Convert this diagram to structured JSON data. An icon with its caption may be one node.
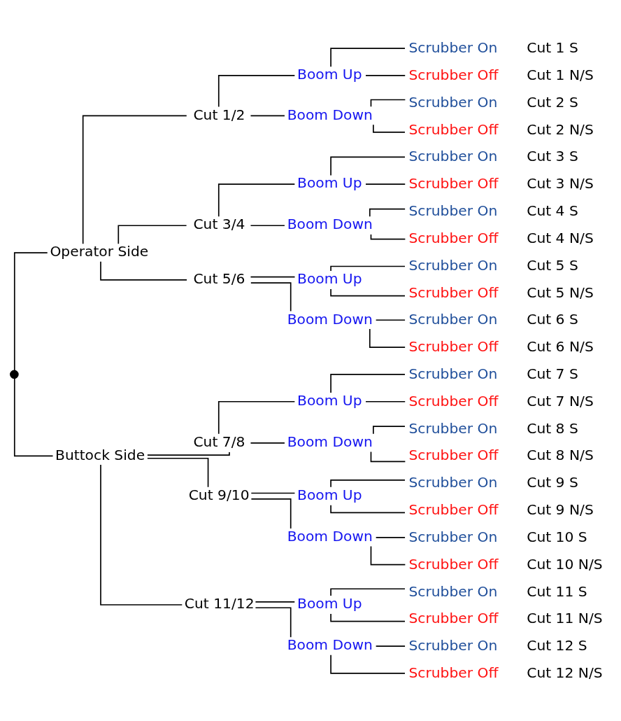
{
  "diagram": {
    "nodes": [
      {
        "text": [],
        "shape": "circle"
      },
      {
        "text": [
          "Operator Side"
        ]
      },
      {
        "text": [
          "Cut 1/2"
        ]
      },
      {
        "text": [
          "Boom Up"
        ]
      },
      {
        "text": [
          "Scrubber On"
        ],
        "beside": [
          "Cut 1 S"
        ]
      },
      {
        "text": [
          "Scrubber Off"
        ],
        "beside": [
          "Cut 1 N/S"
        ]
      },
      {
        "text": [
          "Boom Down"
        ]
      },
      {
        "text": [
          "Scrubber On"
        ],
        "beside": [
          "Cut 2 S"
        ]
      },
      {
        "text": [
          "Scrubber Off"
        ],
        "beside": [
          "Cut 2 N/S"
        ]
      },
      {
        "text": [
          "Cut 3/4"
        ]
      },
      {
        "text": [
          "Boom Up"
        ]
      },
      {
        "text": [
          "Scrubber On"
        ],
        "beside": [
          "Cut 3 S"
        ]
      },
      {
        "text": [
          "Scrubber Off"
        ],
        "beside": [
          "Cut 3 N/S"
        ]
      },
      {
        "text": [
          "Boom Down"
        ]
      },
      {
        "text": [
          "Scrubber On"
        ],
        "beside": [
          "Cut 4 S"
        ]
      },
      {
        "text": [
          "Scrubber Off"
        ],
        "beside": [
          "Cut 4 N/S"
        ]
      },
      {
        "text": [
          "Cut 5/6"
        ]
      },
      {
        "text": [
          "Boom Up"
        ]
      },
      {
        "text": [
          "Scrubber On"
        ],
        "beside": [
          "Cut 5 S"
        ]
      },
      {
        "text": [
          "Scrubber Off"
        ],
        "beside": [
          "Cut 5 N/S"
        ]
      },
      {
        "text": [
          "Boom Down"
        ]
      },
      {
        "text": [
          "Scrubber On"
        ],
        "beside": [
          "Cut 6 S"
        ]
      },
      {
        "text": [
          "Scrubber Off"
        ],
        "beside": [
          "Cut 6 N/S"
        ]
      },
      {
        "text": [
          "Buttock Side"
        ]
      },
      {
        "text": [
          "Cut 7/8"
        ]
      },
      {
        "text": [
          "Boom Up"
        ]
      },
      {
        "text": [
          "Scrubber On"
        ],
        "beside": [
          "Cut 7 S"
        ]
      },
      {
        "text": [
          "Scrubber Off"
        ],
        "beside": [
          "Cut 7 N/S"
        ]
      },
      {
        "text": [
          "Boom Down"
        ]
      },
      {
        "text": [
          "Scrubber On"
        ],
        "beside": [
          "Cut 8 S"
        ]
      },
      {
        "text": [
          "Scrubber Off"
        ],
        "beside": [
          "Cut 8 N/S"
        ]
      },
      {
        "text": [
          "Cut 9/10"
        ]
      },
      {
        "text": [
          "Boom Up"
        ]
      },
      {
        "text": [
          "Scrubber On"
        ],
        "beside": [
          "Cut 9 S"
        ]
      },
      {
        "text": [
          "Scrubber Off"
        ],
        "beside": [
          "Cut 9 N/S"
        ]
      },
      {
        "text": [
          "Boom Down"
        ]
      },
      {
        "text": [
          "Scrubber On"
        ],
        "beside": [
          "Cut 10 S"
        ]
      },
      {
        "text": [
          "Scrubber Off"
        ],
        "beside": [
          "Cut 10 N/S"
        ]
      },
      {
        "text": [
          "Cut 11/12"
        ]
      },
      {
        "text": [
          "Boom Up"
        ]
      },
      {
        "text": [
          "Scrubber On"
        ],
        "beside": [
          "Cut 11 S"
        ]
      },
      {
        "text": [
          "Scrubber Off"
        ],
        "beside": [
          "Cut 11 N/S"
        ]
      },
      {
        "text": [
          "Boom Down"
        ]
      },
      {
        "text": [
          "Scrubber On"
        ],
        "beside": [
          "Cut 12 S"
        ]
      },
      {
        "text": [
          "Scrubber Off"
        ],
        "beside": [
          "Cut 12 N/S"
        ]
      }
    ],
    "edges": [
      {
        "from": 0,
        "to": 1,
        "arrow": "none"
      },
      {
        "from": 0,
        "to": 23,
        "arrow": "none"
      },
      {
        "from": 1,
        "to": 2,
        "arrow": "none"
      },
      {
        "from": 1,
        "to": 9,
        "arrow": "none"
      },
      {
        "from": 1,
        "to": 16,
        "arrow": "none"
      },
      {
        "from": 2,
        "to": 3,
        "arrow": "none"
      },
      {
        "from": 3,
        "to": 4,
        "arrow": "none"
      },
      {
        "from": 3,
        "to": 5,
        "arrow": "none"
      },
      {
        "from": 2,
        "to": 6,
        "arrow": "none"
      },
      {
        "from": 6,
        "to": 7,
        "arrow": "none"
      },
      {
        "from": 6,
        "to": 8,
        "arrow": "none"
      },
      {
        "from": 9,
        "to": 10,
        "arrow": "none"
      },
      {
        "from": 10,
        "to": 11,
        "arrow": "none"
      },
      {
        "from": 10,
        "to": 12,
        "arrow": "none"
      },
      {
        "from": 9,
        "to": 13,
        "arrow": "none"
      },
      {
        "from": 13,
        "to": 14,
        "arrow": "none"
      },
      {
        "from": 13,
        "to": 15,
        "arrow": "none"
      },
      {
        "from": 16,
        "to": 17,
        "arrow": "none"
      },
      {
        "from": 17,
        "to": 18,
        "arrow": "none"
      },
      {
        "from": 17,
        "to": 19,
        "arrow": "none"
      },
      {
        "from": 16,
        "to": 20,
        "arrow": "none"
      },
      {
        "from": 20,
        "to": 21,
        "arrow": "none"
      },
      {
        "from": 20,
        "to": 22,
        "arrow": "none"
      },
      {
        "from": 23,
        "to": 24,
        "arrow": "none"
      },
      {
        "from": 23,
        "to": 31,
        "arrow": "none"
      },
      {
        "from": 23,
        "to": 38,
        "arrow": "none"
      },
      {
        "from": 24,
        "to": 25,
        "arrow": "none"
      },
      {
        "from": 25,
        "to": 26,
        "arrow": "none"
      },
      {
        "from": 25,
        "to": 27,
        "arrow": "none"
      },
      {
        "from": 24,
        "to": 28,
        "arrow": "none"
      },
      {
        "from": 28,
        "to": 29,
        "arrow": "none"
      },
      {
        "from": 28,
        "to": 30,
        "arrow": "none"
      },
      {
        "from": 31,
        "to": 32,
        "arrow": "none"
      },
      {
        "from": 32,
        "to": 33,
        "arrow": "none"
      },
      {
        "from": 32,
        "to": 34,
        "arrow": "none"
      },
      {
        "from": 31,
        "to": 35,
        "arrow": "none"
      },
      {
        "from": 35,
        "to": 36,
        "arrow": "none"
      },
      {
        "from": 35,
        "to": 37,
        "arrow": "none"
      },
      {
        "from": 38,
        "to": 39,
        "arrow": "none"
      },
      {
        "from": 39,
        "to": 40,
        "arrow": "none"
      },
      {
        "from": 39,
        "to": 41,
        "arrow": "none"
      },
      {
        "from": 38,
        "to": 42,
        "arrow": "none"
      },
      {
        "from": 42,
        "to": 43,
        "arrow": "none"
      },
      {
        "from": 42,
        "to": 44,
        "arrow": "none"
      }
    ]
  }
}
